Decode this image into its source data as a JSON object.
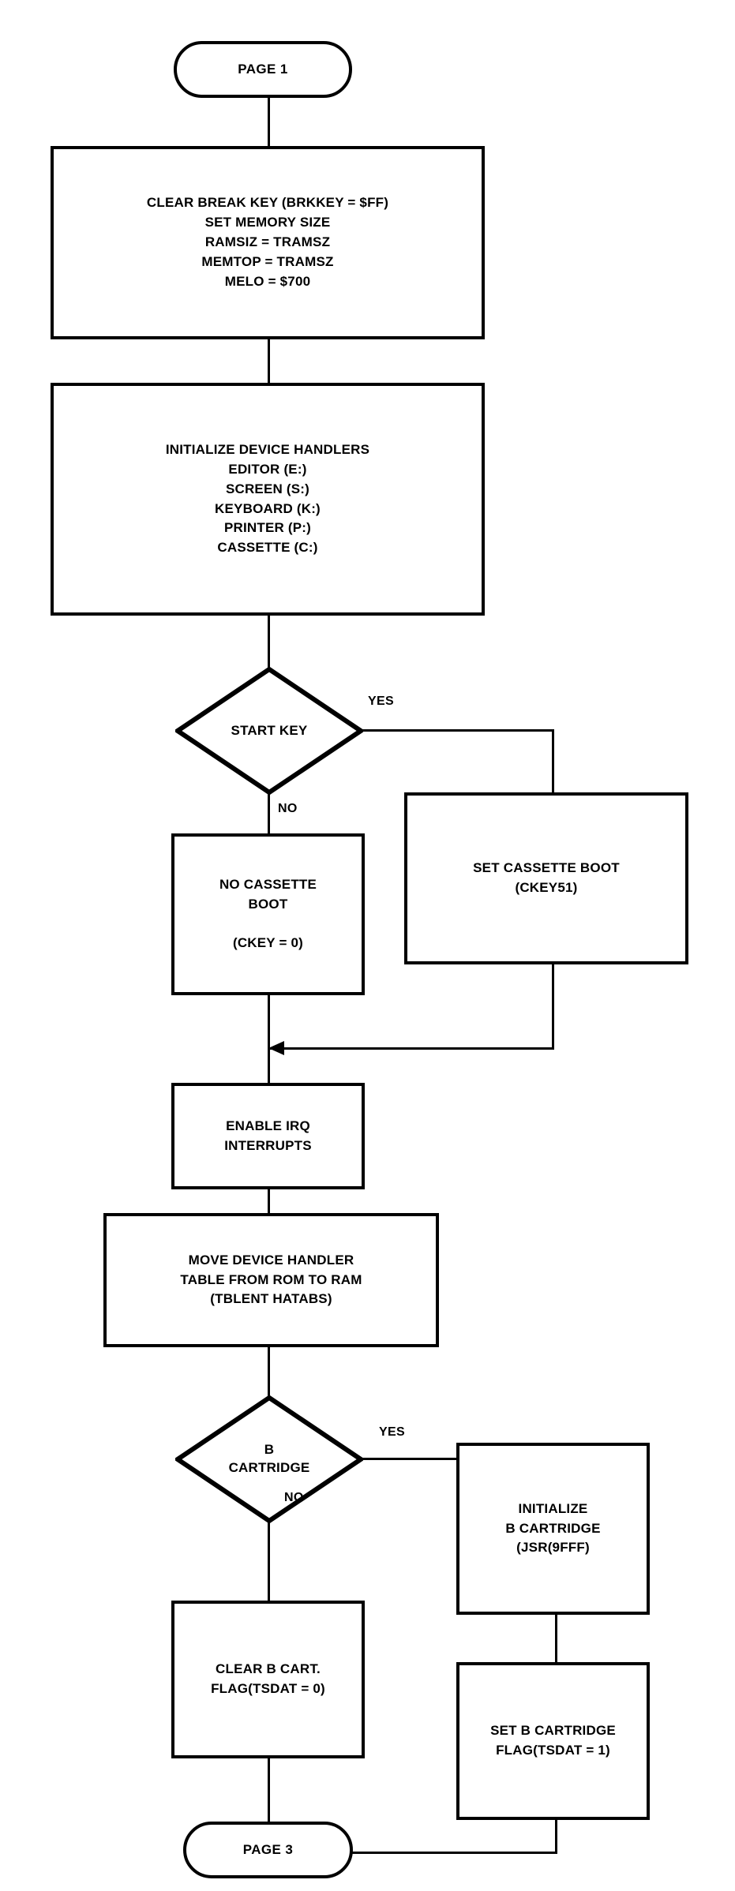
{
  "diagram": {
    "title": "Atari OS Power-Up / Reset Flowchart (Page 2)",
    "type": "flowchart",
    "ink_color": "#000000",
    "background_color": "#ffffff"
  },
  "nodes": {
    "page1_terminal": {
      "shape": "terminal",
      "label": "PAGE 1"
    },
    "clear_break_key": {
      "shape": "process",
      "label": "CLEAR BREAK KEY (BRKKEY = $FF)\nSET MEMORY SIZE\nRAMSIZ = TRAMSZ\nMEMTOP = TRAMSZ\nMELO = $700"
    },
    "init_device_handlers": {
      "shape": "process",
      "label": "INITIALIZE DEVICE HANDLERS\nEDITOR (E:)\nSCREEN (S:)\nKEYBOARD (K:)\nPRINTER (P:)\nCASSETTE (C:)"
    },
    "start_key_decision": {
      "shape": "decision",
      "label": "START KEY"
    },
    "set_cassette_boot": {
      "shape": "process",
      "label": "SET CASSETTE BOOT\n(CKEY51)"
    },
    "no_cassette_boot": {
      "shape": "process",
      "label": "NO CASSETTE\nBOOT\n\n(CKEY = 0)"
    },
    "enable_irq": {
      "shape": "process",
      "label": "ENABLE IRQ\nINTERRUPTS"
    },
    "move_device_handler_table": {
      "shape": "process",
      "label": "MOVE DEVICE HANDLER\nTABLE FROM ROM TO RAM\n(TBLENT      HATABS)"
    },
    "b_cartridge_decision": {
      "shape": "decision",
      "label": "B\nCARTRIDGE"
    },
    "init_b_cartridge": {
      "shape": "process",
      "label": "INITIALIZE\nB CARTRIDGE\n(JSR(9FFF)"
    },
    "set_b_cartridge_flag": {
      "shape": "process",
      "label": "SET B CARTRIDGE\nFLAG(TSDAT = 1)"
    },
    "clear_b_cartridge_flag": {
      "shape": "process",
      "label": "CLEAR B CART.\nFLAG(TSDAT = 0)"
    },
    "page3_terminal": {
      "shape": "terminal",
      "label": "PAGE 3"
    }
  },
  "edge_labels": {
    "start_key_yes": "YES",
    "start_key_no": "NO",
    "b_cartridge_yes": "YES",
    "b_cartridge_no": "NO"
  }
}
